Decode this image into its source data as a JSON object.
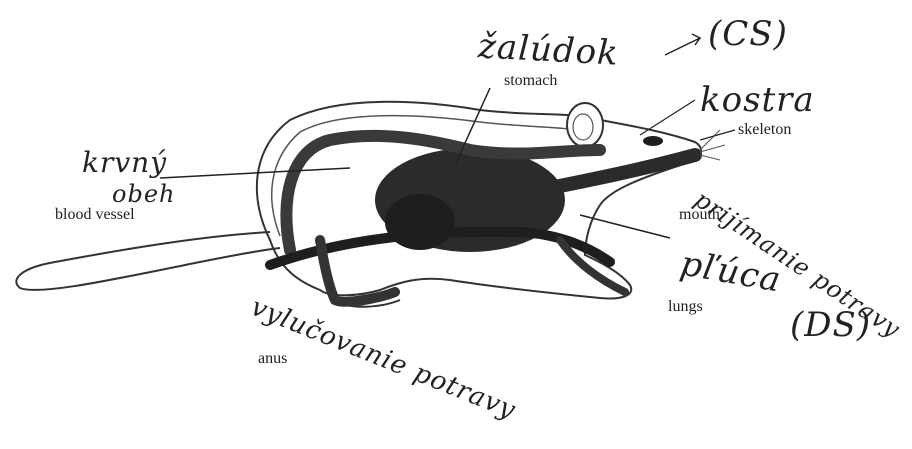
{
  "diagram": {
    "printed_labels": {
      "stomach": "stomach",
      "skeleton": "skeleton",
      "blood_vessel": "blood vessel",
      "mouth": "mouth",
      "lungs": "lungs",
      "anus": "anus"
    },
    "handwritten_labels": {
      "stomach": "žalúdok",
      "skeleton": "kostra",
      "blood_vessel_1": "krvný",
      "blood_vessel_2": "obeh",
      "mouth": "prijímanie potravy",
      "lungs": "pľúca",
      "anus": "vylučovanie potravy",
      "tag_top": "(CS)",
      "tag_bottom": "(DS)"
    },
    "colors": {
      "ink": "#1e1e1e",
      "organ_fill": "#2b2b2b",
      "vessel_fill": "#3a3a3a",
      "outline": "#333333",
      "background": "#ffffff"
    }
  }
}
